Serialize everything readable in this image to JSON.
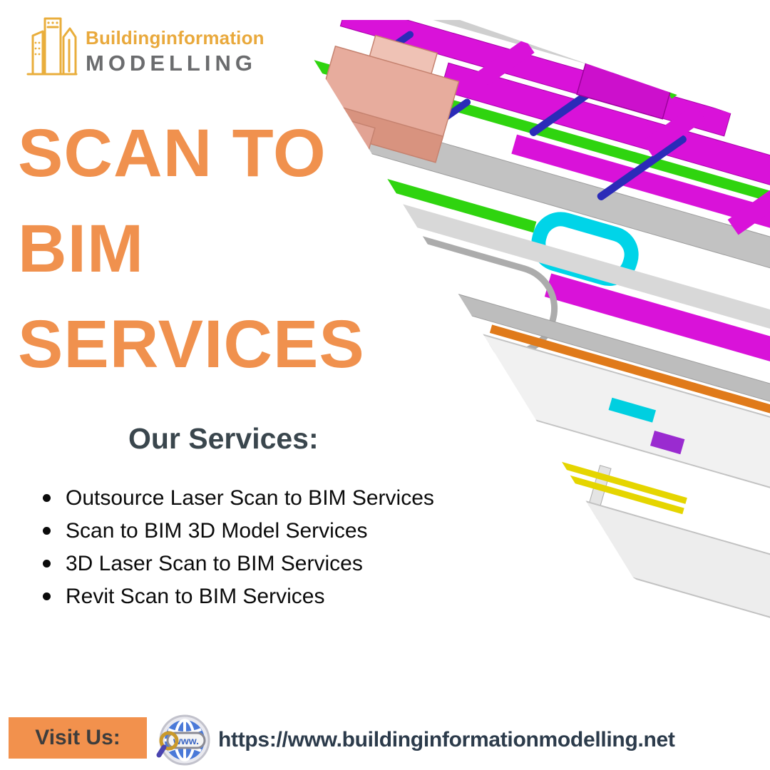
{
  "logo": {
    "line1": "Buildinginformation",
    "line2": "MODELLING",
    "icon": "buildings-outline-icon"
  },
  "hero": {
    "title_lines": [
      "SCAN TO",
      "BIM",
      "SERVICES"
    ]
  },
  "services": {
    "heading": "Our Services:",
    "items": [
      "Outsource Laser Scan to BIM Services",
      "Scan to BIM 3D Model Services",
      "3D Laser Scan to BIM Services",
      "Revit Scan to BIM Services"
    ]
  },
  "footer": {
    "visit_label": "Visit Us:",
    "globe_text": "www.",
    "url": "https://www.buildinginformationmodelling.net"
  },
  "colors": {
    "accent_orange": "#F0914E",
    "button_orange": "#F2914D",
    "logo_gold": "#E9A93C",
    "logo_gray": "#6B6C6E",
    "services_heading_slate": "#3A464D",
    "url_navy": "#2C3B4B",
    "bullet_black": "#0B0B0B",
    "illustration": {
      "duct_magenta": "#D912D9",
      "pipe_green": "#2FD40F",
      "duct_cyan": "#00D4E8",
      "pipe_blue": "#2B2BB8",
      "box_salmon": "#E7AC9D",
      "box_yellow": "#F0E312",
      "tray_orange": "#E07A1A",
      "pipe_yellow": "#E5D500",
      "structure_gray": "#C2C2C2"
    }
  }
}
